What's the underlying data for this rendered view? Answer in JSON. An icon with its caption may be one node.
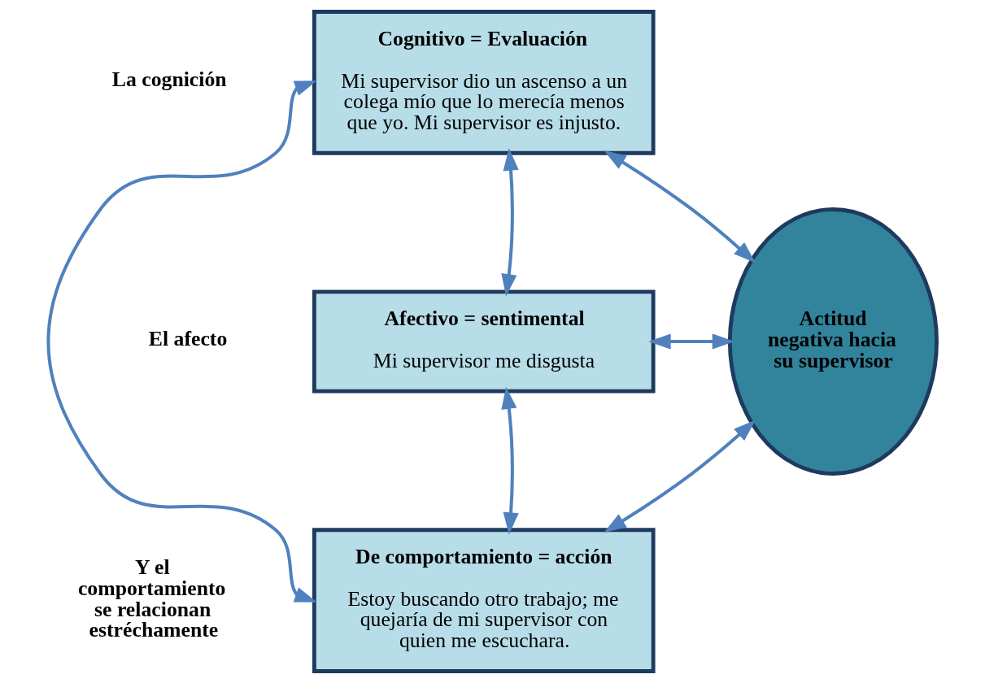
{
  "diagram": {
    "nodes": [
      {
        "text": [
          "Cognitivo = Evaluación",
          "Mi supervisor dio un ascenso a un colega mío que lo merecía menos que yo. Mi supervisor es injusto."
        ]
      },
      {
        "text": [
          "Afectivo = sentimental",
          "Mi supervisor me disgusta"
        ]
      },
      {
        "text": [
          "De comportamiento = acción",
          "Estoy buscando otro trabajo; me quejaría de mi supervisor con quien me escuchara."
        ]
      },
      {
        "text": [
          "Actitud negativa hacia su supervisor"
        ]
      }
    ],
    "edges": [
      {
        "from": 0,
        "to": 3,
        "arrow": "both"
      },
      {
        "from": 1,
        "to": 3,
        "arrow": "both"
      },
      {
        "from": 2,
        "to": 3,
        "arrow": "both"
      },
      {
        "from": 0,
        "to": 1,
        "arrow": "both"
      },
      {
        "from": 0,
        "to": 2,
        "arrow": "both"
      },
      {
        "from": 1,
        "to": 2,
        "arrow": "both"
      }
    ],
    "labels": [
      "La cognición",
      "El afecto",
      "Y el comportamiento se relacionan estréchamente"
    ]
  }
}
